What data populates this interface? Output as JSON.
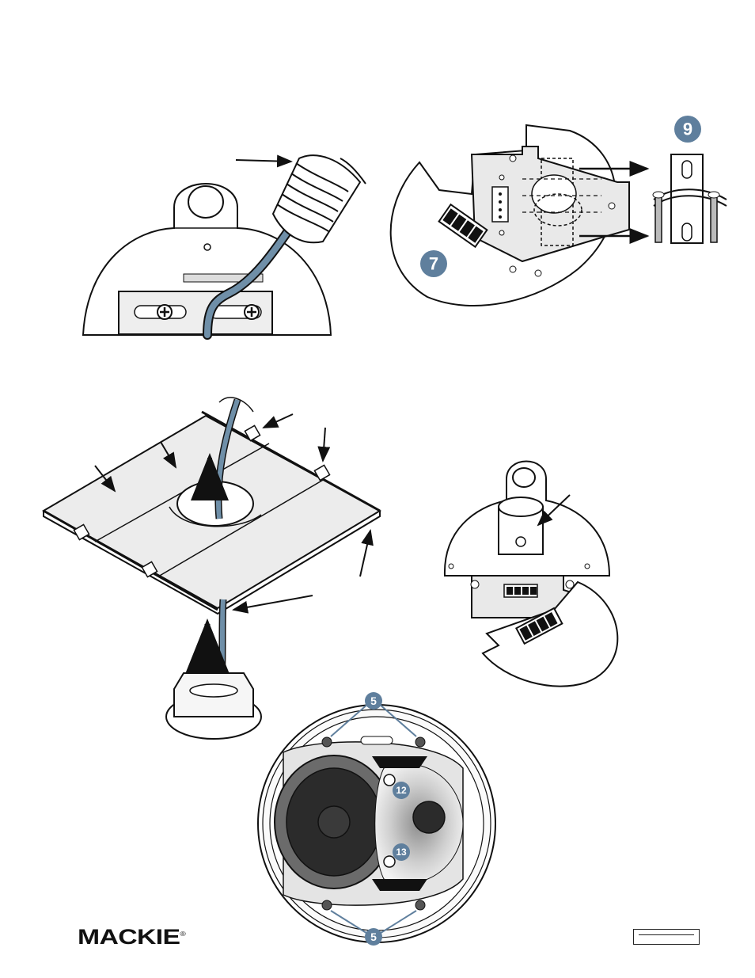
{
  "brand": {
    "logo_text": "MACKIE",
    "registered_mark": "®"
  },
  "callouts": {
    "c7": "7",
    "c9": "9",
    "c5_top": "5",
    "c5_bottom": "5",
    "c12": "12",
    "c13": "13"
  },
  "speaker_badge_text": "",
  "colors": {
    "callout_fill": "#5f7f9d",
    "cable": "#6f8fa8",
    "line": "#111111",
    "panel_fill": "#e9e9e9",
    "driver_dark": "#2b2b2b",
    "driver_mid": "#6b6b6b"
  },
  "icons": [
    "arrow-icon",
    "screw-icon",
    "terminal-block-icon",
    "cable-icon"
  ]
}
